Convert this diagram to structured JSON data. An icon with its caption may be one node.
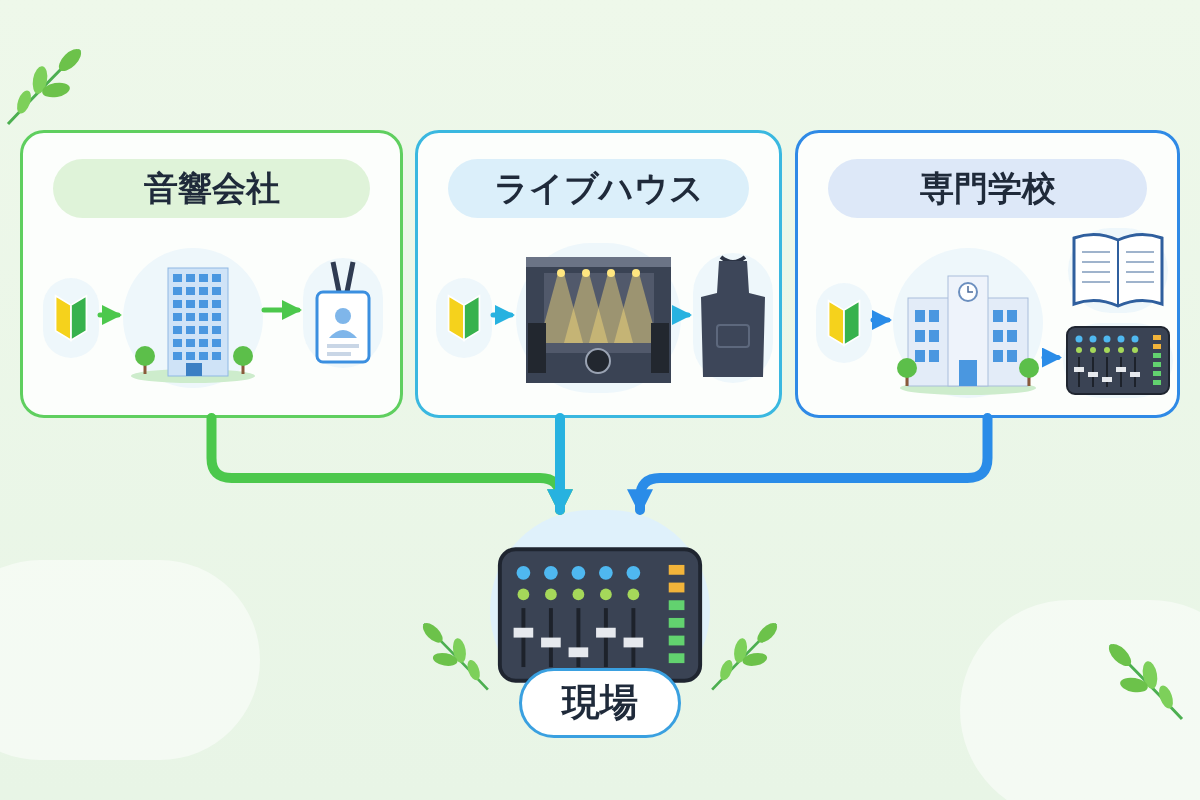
{
  "diagram": {
    "nodes": [
      {
        "text": [
          "音響会社"
        ]
      },
      {
        "text": [],
        "shape": "picture",
        "in": 0
      },
      {
        "text": [],
        "shape": "picture",
        "in": 0
      },
      {
        "text": [],
        "shape": "picture",
        "in": 0
      },
      {
        "text": [
          "ライブハウス"
        ]
      },
      {
        "text": [],
        "shape": "picture",
        "in": 4
      },
      {
        "text": [],
        "shape": "picture",
        "in": 4
      },
      {
        "text": [],
        "shape": "picture",
        "in": 4
      },
      {
        "text": [
          "専門学校"
        ]
      },
      {
        "text": [],
        "shape": "picture",
        "in": 8
      },
      {
        "text": [],
        "shape": "picture",
        "in": 8
      },
      {
        "text": [],
        "shape": "picture",
        "in": 8
      },
      {
        "text": [],
        "shape": "picture",
        "in": 8
      },
      {
        "text": [
          "現場"
        ]
      }
    ],
    "edges": [
      {
        "from": 1,
        "to": 2,
        "arrow": "to",
        "color": "#4cc84c"
      },
      {
        "from": 2,
        "to": 3,
        "arrow": "to",
        "color": "#4cc84c"
      },
      {
        "from": 5,
        "to": 6,
        "arrow": "to",
        "color": "#27b2e0"
      },
      {
        "from": 6,
        "to": 7,
        "arrow": "to",
        "color": "#27b2e0"
      },
      {
        "from": 9,
        "to": 10,
        "arrow": "to",
        "color": "#2a8ce8"
      },
      {
        "from": 10,
        "to": 12,
        "arrow": "to",
        "color": "#2a8ce8"
      },
      {
        "from": 0,
        "to": 13,
        "arrow": "to",
        "style": "thick",
        "color": "#4cc84c"
      },
      {
        "from": 4,
        "to": 13,
        "arrow": "to",
        "style": "thick",
        "color": "#27b2e0"
      },
      {
        "from": 8,
        "to": 13,
        "arrow": "to",
        "style": "thick",
        "color": "#2a8ce8"
      }
    ]
  }
}
